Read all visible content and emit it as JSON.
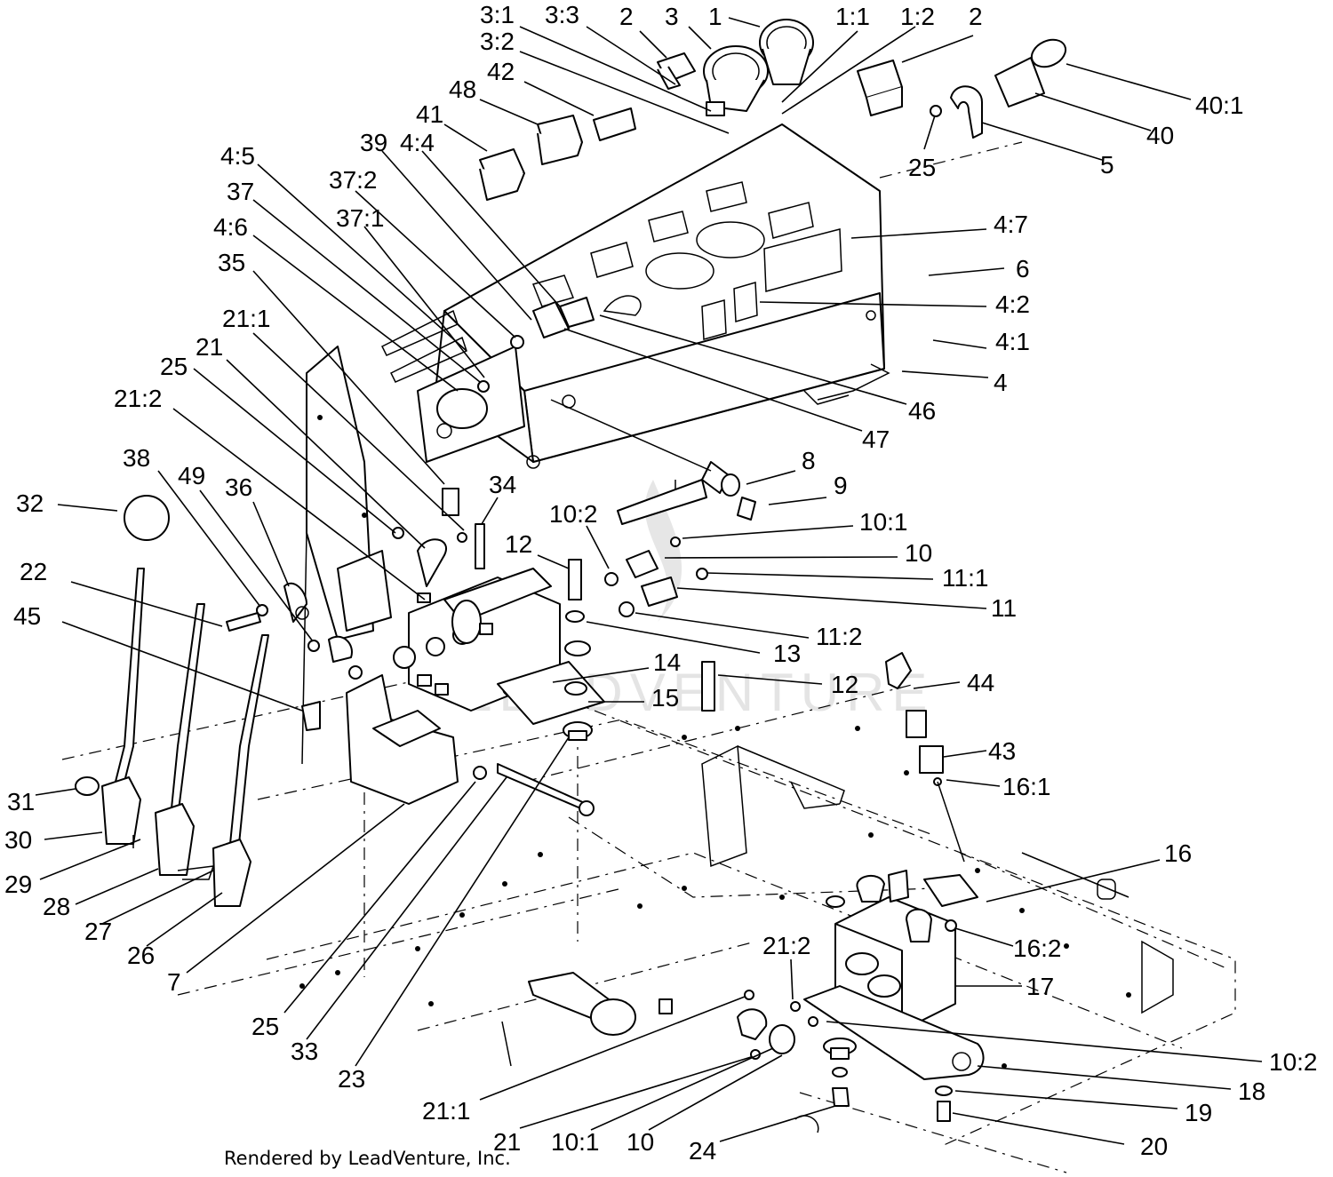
{
  "credit": "Rendered by LeadVenture, Inc.",
  "watermark": "LEADVENTURE",
  "callouts": [
    {
      "id": "c1",
      "text": "3:1"
    },
    {
      "id": "c2",
      "text": "3:3"
    },
    {
      "id": "c3",
      "text": "2"
    },
    {
      "id": "c4",
      "text": "3"
    },
    {
      "id": "c5",
      "text": "1"
    },
    {
      "id": "c6",
      "text": "1:1"
    },
    {
      "id": "c7",
      "text": "1:2"
    },
    {
      "id": "c8",
      "text": "2"
    },
    {
      "id": "c9",
      "text": "3:2"
    },
    {
      "id": "c10",
      "text": "42"
    },
    {
      "id": "c11",
      "text": "48"
    },
    {
      "id": "c12",
      "text": "41"
    },
    {
      "id": "c13",
      "text": "40:1"
    },
    {
      "id": "c14",
      "text": "40"
    },
    {
      "id": "c15",
      "text": "5"
    },
    {
      "id": "c16",
      "text": "25"
    },
    {
      "id": "c17",
      "text": "39"
    },
    {
      "id": "c18",
      "text": "4:4"
    },
    {
      "id": "c19",
      "text": "4:5"
    },
    {
      "id": "c20",
      "text": "37"
    },
    {
      "id": "c21",
      "text": "37:2"
    },
    {
      "id": "c22",
      "text": "37:1"
    },
    {
      "id": "c23",
      "text": "4:6"
    },
    {
      "id": "c24",
      "text": "35"
    },
    {
      "id": "c25",
      "text": "4:7"
    },
    {
      "id": "c26",
      "text": "6"
    },
    {
      "id": "c27",
      "text": "4:2"
    },
    {
      "id": "c28",
      "text": "4:1"
    },
    {
      "id": "c29",
      "text": "4"
    },
    {
      "id": "c30",
      "text": "46"
    },
    {
      "id": "c31",
      "text": "47"
    },
    {
      "id": "c32",
      "text": "21:1"
    },
    {
      "id": "c33",
      "text": "25"
    },
    {
      "id": "c34",
      "text": "21"
    },
    {
      "id": "c35",
      "text": "21:2"
    },
    {
      "id": "c36",
      "text": "8"
    },
    {
      "id": "c37",
      "text": "9"
    },
    {
      "id": "c38",
      "text": "38"
    },
    {
      "id": "c39",
      "text": "49"
    },
    {
      "id": "c40",
      "text": "36"
    },
    {
      "id": "c41",
      "text": "34"
    },
    {
      "id": "c42",
      "text": "32"
    },
    {
      "id": "c43",
      "text": "10:2"
    },
    {
      "id": "c44",
      "text": "10:1"
    },
    {
      "id": "c45",
      "text": "12"
    },
    {
      "id": "c46",
      "text": "10"
    },
    {
      "id": "c47",
      "text": "22"
    },
    {
      "id": "c48",
      "text": "11:1"
    },
    {
      "id": "c49",
      "text": "11"
    },
    {
      "id": "c50",
      "text": "45"
    },
    {
      "id": "c51",
      "text": "11:2"
    },
    {
      "id": "c52",
      "text": "13"
    },
    {
      "id": "c53",
      "text": "14"
    },
    {
      "id": "c54",
      "text": "12"
    },
    {
      "id": "c55",
      "text": "44"
    },
    {
      "id": "c56",
      "text": "15"
    },
    {
      "id": "c57",
      "text": "43"
    },
    {
      "id": "c58",
      "text": "31"
    },
    {
      "id": "c59",
      "text": "16:1"
    },
    {
      "id": "c60",
      "text": "30"
    },
    {
      "id": "c61",
      "text": "29"
    },
    {
      "id": "c62",
      "text": "16"
    },
    {
      "id": "c63",
      "text": "28"
    },
    {
      "id": "c64",
      "text": "27"
    },
    {
      "id": "c65",
      "text": "26"
    },
    {
      "id": "c66",
      "text": "16:2"
    },
    {
      "id": "c67",
      "text": "21:2"
    },
    {
      "id": "c68",
      "text": "7"
    },
    {
      "id": "c69",
      "text": "17"
    },
    {
      "id": "c70",
      "text": "25"
    },
    {
      "id": "c71",
      "text": "33"
    },
    {
      "id": "c72",
      "text": "10:2"
    },
    {
      "id": "c73",
      "text": "23"
    },
    {
      "id": "c74",
      "text": "18"
    },
    {
      "id": "c75",
      "text": "21:1"
    },
    {
      "id": "c76",
      "text": "19"
    },
    {
      "id": "c77",
      "text": "21"
    },
    {
      "id": "c78",
      "text": "10:1"
    },
    {
      "id": "c79",
      "text": "10"
    },
    {
      "id": "c80",
      "text": "24"
    },
    {
      "id": "c81",
      "text": "20"
    }
  ]
}
